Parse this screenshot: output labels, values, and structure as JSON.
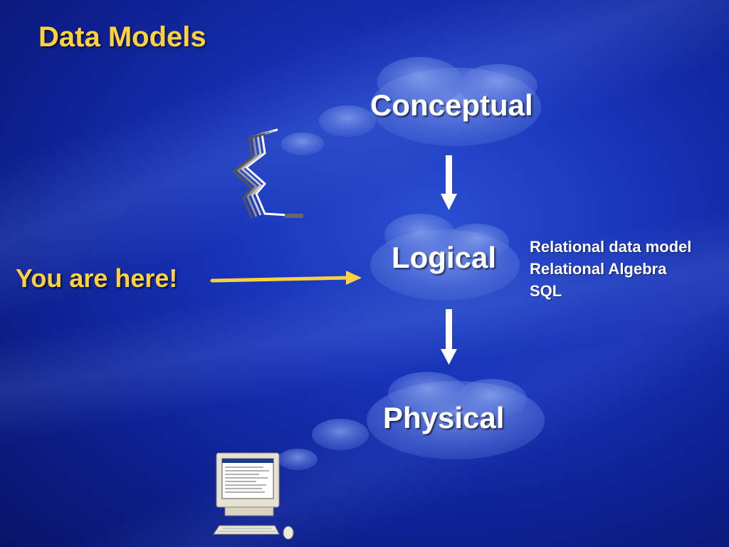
{
  "slide": {
    "title": "Data Models"
  },
  "diagram": {
    "nodes": [
      {
        "id": "conceptual",
        "label": "Conceptual"
      },
      {
        "id": "logical",
        "label": "Logical"
      },
      {
        "id": "physical",
        "label": "Physical"
      }
    ],
    "edges": [
      {
        "from": "conceptual",
        "to": "logical"
      },
      {
        "from": "logical",
        "to": "physical"
      }
    ],
    "logical_notes": [
      "Relational data model",
      "Relational Algebra",
      "SQL"
    ],
    "pointer": {
      "label": "You are here!",
      "target": "logical"
    }
  },
  "colors": {
    "title": "#ffd23a",
    "pointer": "#ffd23a",
    "arrow": "#ffffff",
    "background": "#1733b8"
  },
  "icons": [
    "thinking-bracket-icon",
    "computer-icon"
  ]
}
